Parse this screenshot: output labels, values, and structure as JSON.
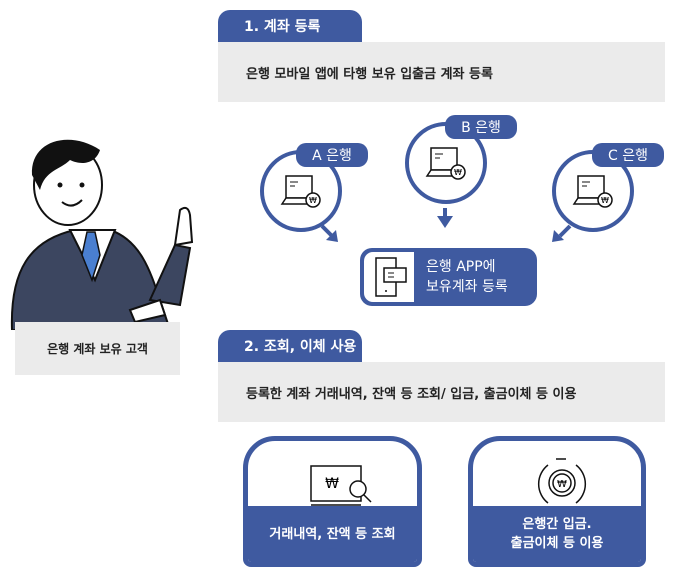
{
  "colors": {
    "accent": "#3f5aa0",
    "band": "#ebebeb"
  },
  "customer": {
    "label": "은행 계좌 보유 고객"
  },
  "section1": {
    "title": "1. 계좌 등록",
    "description": "은행 모바일 앱에 타행 보유 입출금 계좌 등록",
    "banks": [
      {
        "label": "A 은행"
      },
      {
        "label": "B 은행"
      },
      {
        "label": "C 은행"
      }
    ],
    "app": {
      "line1": "은행 APP에",
      "line2": "보유계좌 등록"
    }
  },
  "section2": {
    "title": "2. 조회, 이체 사용",
    "description": "등록한 계좌 거래내역, 잔액 등 조회/ 입금, 출금이체 등 이용",
    "cards": [
      {
        "label": "거래내역, 잔액 등 조회"
      },
      {
        "line1": "은행간 입금.",
        "line2": "출금이체 등 이용"
      }
    ]
  }
}
